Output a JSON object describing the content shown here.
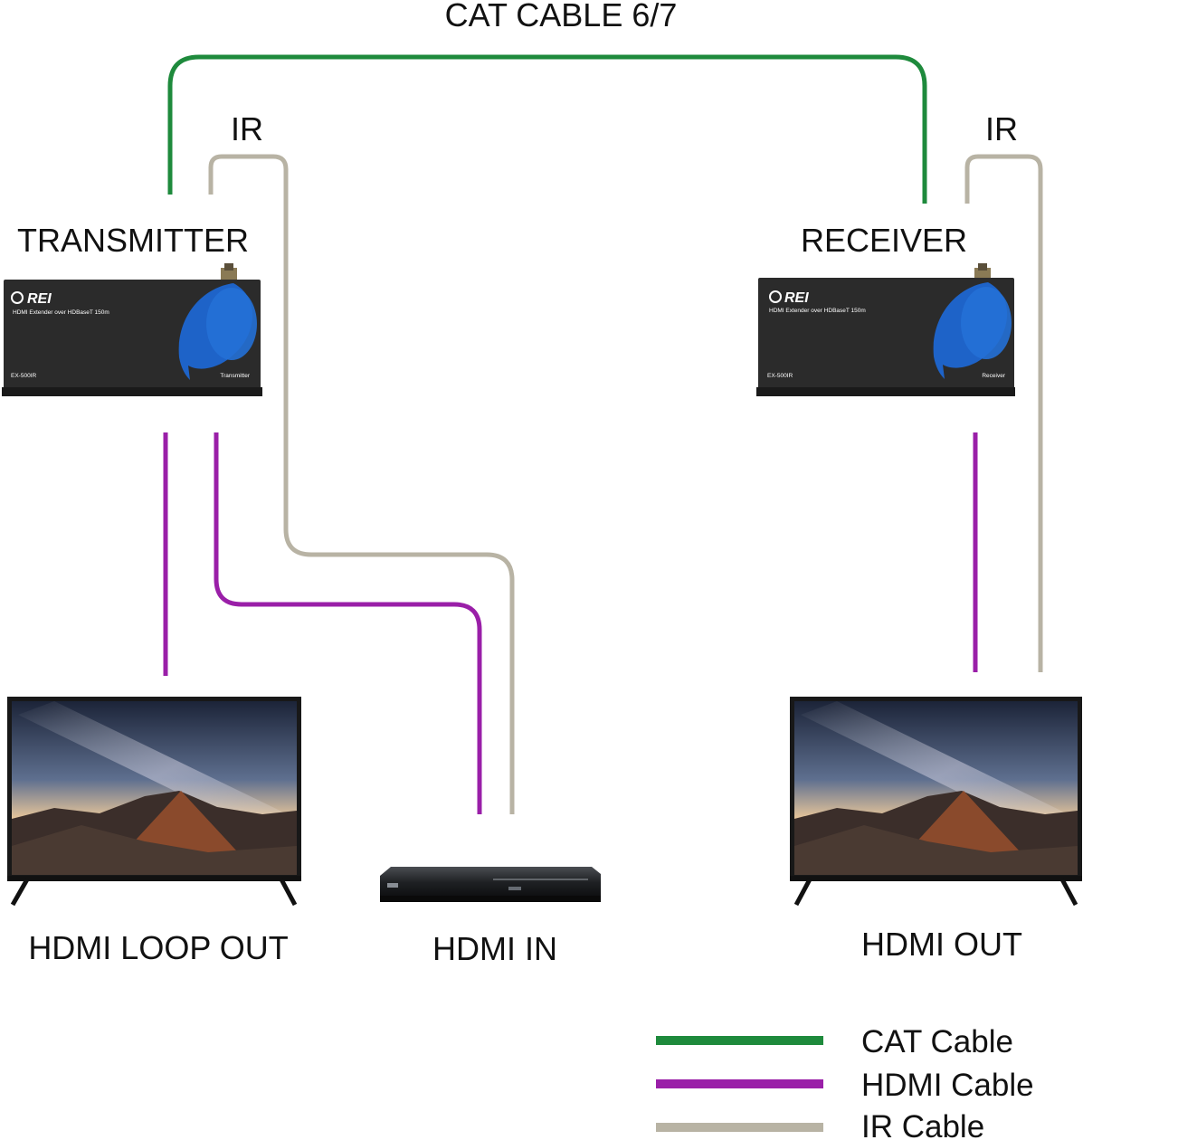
{
  "labels": {
    "cat_cable": "CAT CABLE 6/7",
    "ir_left": "IR",
    "ir_right": "IR",
    "transmitter": "TRANSMITTER",
    "receiver": "RECEIVER",
    "hdmi_loop_out": "HDMI LOOP OUT",
    "hdmi_in": "HDMI IN",
    "hdmi_out": "HDMI OUT"
  },
  "devices": {
    "transmitter": {
      "brand": "REI",
      "subtitle": "HDMI Extender over HDBaseT 150m",
      "model": "EX-500IR",
      "role": "Transmitter"
    },
    "receiver": {
      "brand": "REI",
      "subtitle": "HDMI Extender over HDBaseT 150m",
      "model": "EX-500IR",
      "role": "Receiver"
    }
  },
  "legend": [
    {
      "label": "CAT Cable",
      "color": "#1e8a3c"
    },
    {
      "label": "HDMI Cable",
      "color": "#9a1fa8"
    },
    {
      "label": "IR Cable",
      "color": "#b8b3a4"
    }
  ],
  "colors": {
    "cat": "#1e8a3c",
    "hdmi": "#9a1fa8",
    "ir": "#b8b3a4",
    "device_body": "#2b2b2b",
    "device_accent": "#1e63c8"
  }
}
